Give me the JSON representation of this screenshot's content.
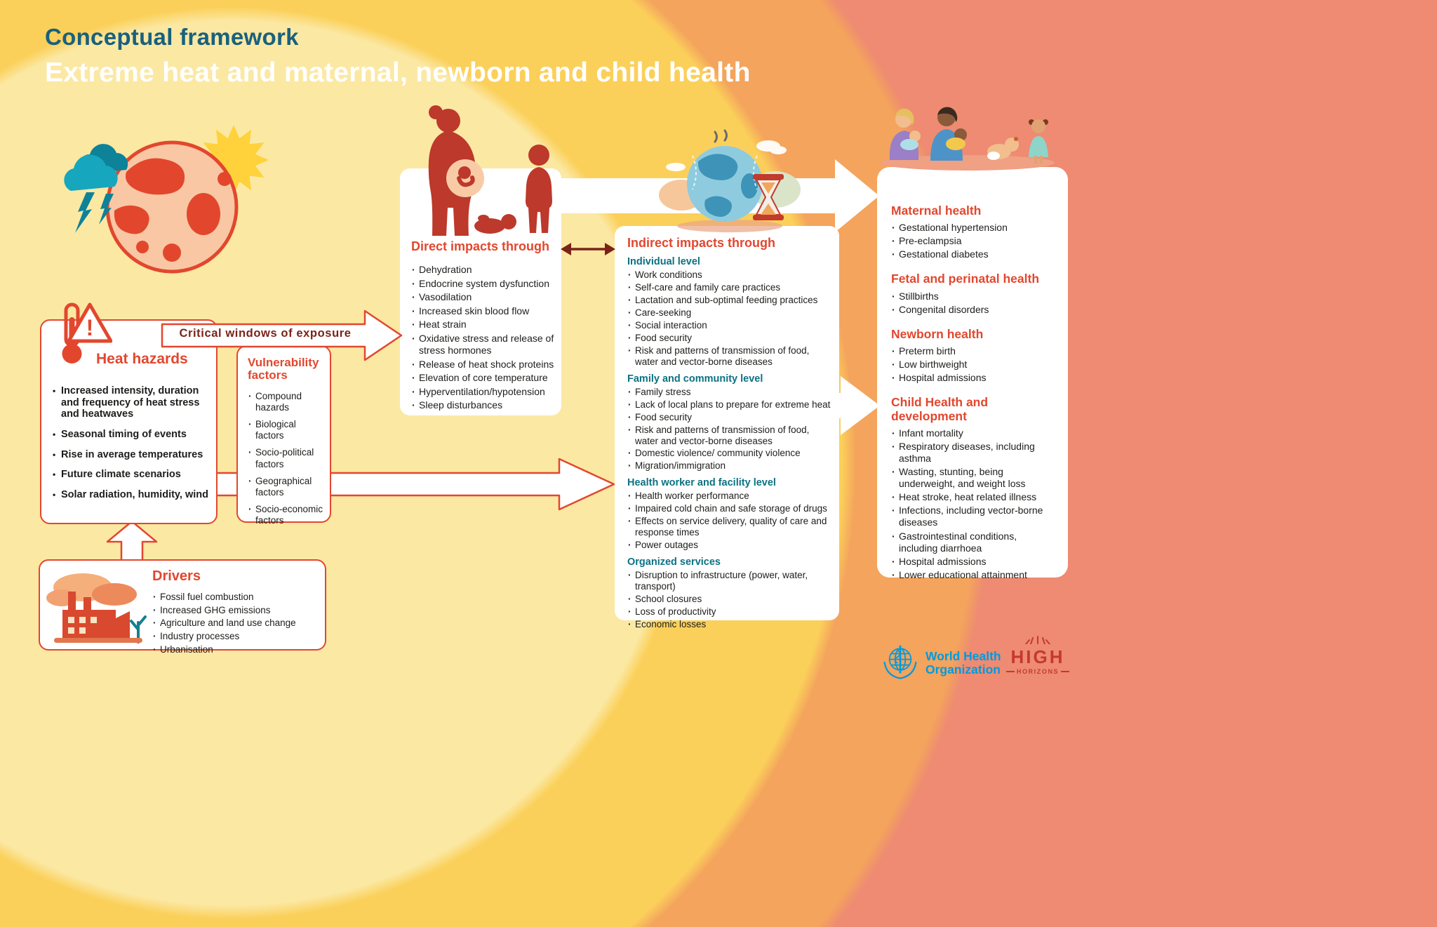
{
  "header": {
    "kicker": "Conceptual framework",
    "title": "Extreme heat and maternal, newborn and child health"
  },
  "colors": {
    "accent_red": "#E2472E",
    "teal_header": "#0C7183",
    "title_blue": "#19607E",
    "maroon_text": "#7A2318",
    "who_blue": "#009ADE",
    "logo_red": "#C6392B",
    "bg_pale_yellow": "#FBE8A3",
    "bg_yellow": "#FBD05A",
    "bg_orange": "#F4A45C",
    "bg_salmon": "#EE8B72"
  },
  "icons": {
    "warning_mark": "!"
  },
  "heat_hazards": {
    "title": "Heat hazards",
    "items": [
      "Increased intensity, duration and frequency of heat stress and heatwaves",
      "Seasonal timing of events",
      "Rise in average temperatures",
      "Future climate scenarios",
      "Solar radiation, humidity, wind"
    ]
  },
  "vulnerability": {
    "title": "Vulnerability factors",
    "items": [
      "Compound hazards",
      "Biological factors",
      "Socio-political factors",
      "Geographical factors",
      "Socio-economic factors"
    ]
  },
  "exposure_arrow": {
    "label": "Critical windows of exposure"
  },
  "direct_impacts": {
    "title": "Direct impacts through",
    "items": [
      "Dehydration",
      "Endocrine system dysfunction",
      "Vasodilation",
      "Increased skin blood flow",
      "Heat strain",
      "Oxidative stress and release of stress hormones",
      "Release of heat shock proteins",
      "Elevation of core temperature",
      "Hyperventilation/hypotension",
      "Sleep disturbances"
    ]
  },
  "indirect_impacts": {
    "title": "Indirect impacts through",
    "entries": [
      {
        "type": "header",
        "text": "Individual level"
      },
      {
        "type": "item",
        "text": "Work conditions"
      },
      {
        "type": "item",
        "text": "Self-care and family care practices"
      },
      {
        "type": "item",
        "text": "Lactation and sub-optimal feeding practices"
      },
      {
        "type": "item",
        "text": "Care-seeking"
      },
      {
        "type": "item",
        "text": "Social interaction"
      },
      {
        "type": "item",
        "text": "Food security"
      },
      {
        "type": "item",
        "text": "Risk and patterns of transmission of food, water and vector-borne diseases"
      },
      {
        "type": "header",
        "text": "Family and community level"
      },
      {
        "type": "item",
        "text": "Family stress"
      },
      {
        "type": "item",
        "text": "Lack of local plans to prepare for extreme heat"
      },
      {
        "type": "item",
        "text": "Food security"
      },
      {
        "type": "item",
        "text": "Risk and patterns of transmission of food, water and vector-borne diseases"
      },
      {
        "type": "item",
        "text": "Domestic violence/ community violence"
      },
      {
        "type": "item",
        "text": "Migration/immigration"
      },
      {
        "type": "header",
        "text": "Health worker and facility level"
      },
      {
        "type": "item",
        "text": "Health worker performance"
      },
      {
        "type": "item",
        "text": "Impaired cold chain and safe storage of drugs"
      },
      {
        "type": "item",
        "text": "Effects on service delivery, quality of care and response times"
      },
      {
        "type": "item",
        "text": "Power outages"
      },
      {
        "type": "header",
        "text": "Organized services"
      },
      {
        "type": "item",
        "text": "Disruption to infrastructure (power, water, transport)"
      },
      {
        "type": "item",
        "text": "School closures"
      },
      {
        "type": "item",
        "text": "Loss of productivity"
      },
      {
        "type": "item",
        "text": "Economic losses"
      }
    ]
  },
  "outcomes": {
    "entries": [
      {
        "type": "header",
        "text": "Maternal health"
      },
      {
        "type": "item",
        "text": "Gestational hypertension"
      },
      {
        "type": "item",
        "text": "Pre-eclampsia"
      },
      {
        "type": "item",
        "text": "Gestational diabetes"
      },
      {
        "type": "header",
        "text": "Fetal and perinatal health"
      },
      {
        "type": "item",
        "text": "Stillbirths"
      },
      {
        "type": "item",
        "text": "Congenital disorders"
      },
      {
        "type": "header",
        "text": "Newborn health"
      },
      {
        "type": "item",
        "text": "Preterm birth"
      },
      {
        "type": "item",
        "text": "Low birthweight"
      },
      {
        "type": "item",
        "text": "Hospital admissions"
      },
      {
        "type": "header",
        "text": "Child Health and development"
      },
      {
        "type": "item",
        "text": "Infant mortality"
      },
      {
        "type": "item",
        "text": "Respiratory diseases, including asthma"
      },
      {
        "type": "item",
        "text": "Wasting, stunting, being underweight, and weight loss"
      },
      {
        "type": "item",
        "text": "Heat stroke, heat related illness"
      },
      {
        "type": "item",
        "text": "Infections, including vector-borne diseases"
      },
      {
        "type": "item",
        "text": "Gastrointestinal conditions, including diarrhoea"
      },
      {
        "type": "item",
        "text": "Hospital admissions"
      },
      {
        "type": "item",
        "text": "Lower educational attainment"
      }
    ]
  },
  "drivers": {
    "title": "Drivers",
    "items": [
      "Fossil fuel combustion",
      "Increased GHG emissions",
      "Agriculture and land use change",
      "Industry processes",
      "Urbanisation"
    ]
  },
  "logos": {
    "who": {
      "line1": "World Health",
      "line2": "Organization"
    },
    "high_horizons": {
      "line1": "HIGH",
      "line2": "HORIZONS"
    }
  }
}
